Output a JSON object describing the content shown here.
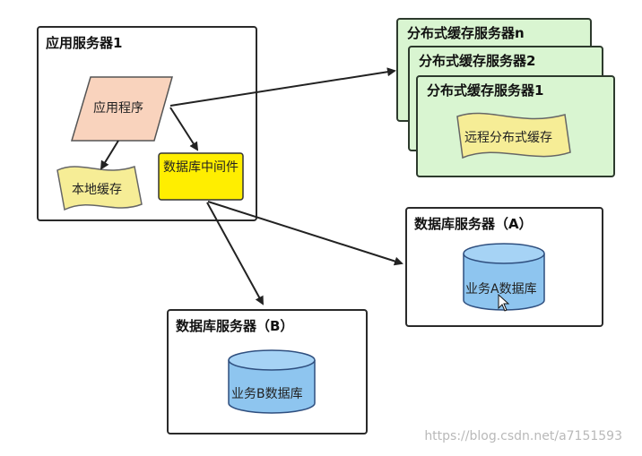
{
  "app_server": {
    "title": "应用服务器1",
    "program": "应用程序",
    "local_cache": "本地缓存",
    "db_middleware": "数据库中间件"
  },
  "cache_servers": [
    {
      "title": "分布式缓存服务器n"
    },
    {
      "title": "分布式缓存服务器2"
    },
    {
      "title": "分布式缓存服务器1",
      "content": "远程分布式缓存"
    }
  ],
  "db_server_a": {
    "title": "数据库服务器（A）",
    "db": "业务A数据库"
  },
  "db_server_b": {
    "title": "数据库服务器（B）",
    "db": "业务B数据库"
  },
  "watermark": "https://blog.csdn.net/a7151593",
  "colors": {
    "program_fill": "#f9d3bd",
    "local_cache_fill": "#f6ed96",
    "middleware_fill": "#ffee00",
    "cache_fill": "#d9f5d1",
    "remote_cache_fill": "#f6ed96",
    "db_fill": "#8ec5ef"
  }
}
